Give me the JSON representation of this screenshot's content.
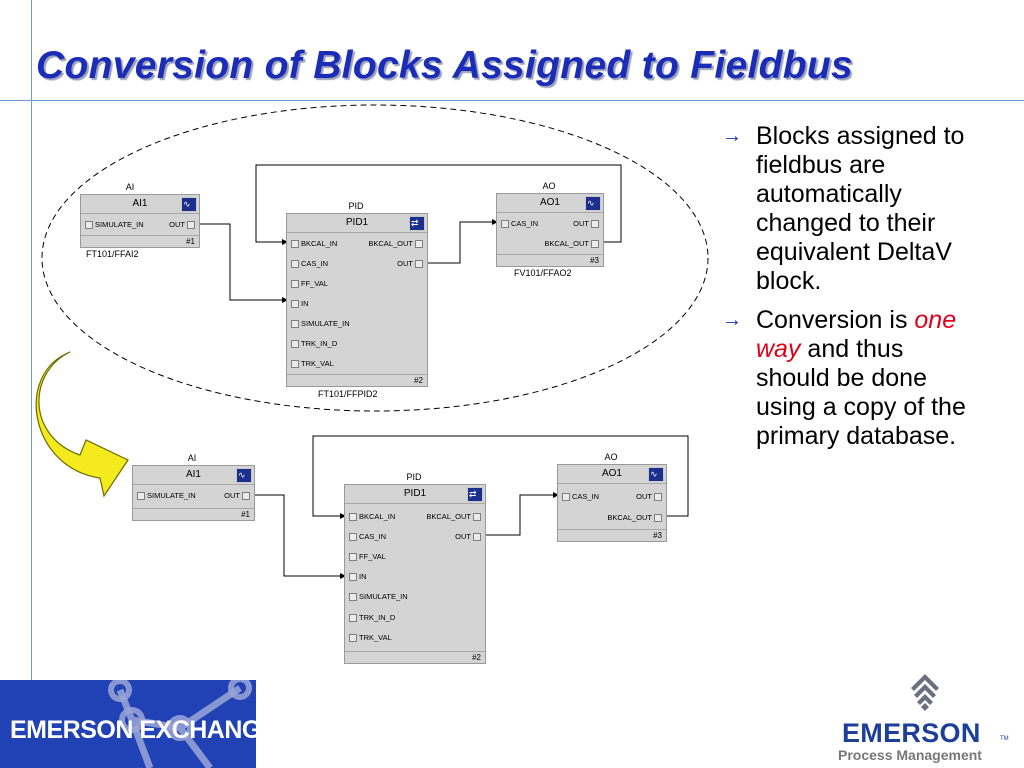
{
  "slide": {
    "title": "Conversion of Blocks Assigned to  Fieldbus"
  },
  "diagram_top": {
    "ai": {
      "type": "AI",
      "name": "AI1",
      "ports": [
        "SIMULATE_IN",
        "OUT"
      ],
      "num": "#1",
      "tag": "FT101/FFAI2"
    },
    "pid": {
      "type": "PID",
      "name": "PID1",
      "inputs": [
        "BKCAL_IN",
        "CAS_IN",
        "FF_VAL",
        "IN",
        "SIMULATE_IN",
        "TRK_IN_D",
        "TRK_VAL"
      ],
      "outputs": [
        "BKCAL_OUT",
        "OUT"
      ],
      "num": "#2",
      "tag": "FT101/FFPID2"
    },
    "ao": {
      "type": "AO",
      "name": "AO1",
      "ports": [
        "CAS_IN",
        "OUT",
        "BKCAL_OUT"
      ],
      "num": "#3",
      "tag": "FV101/FFAO2"
    }
  },
  "diagram_bottom": {
    "ai": {
      "type": "AI",
      "name": "AI1",
      "ports": [
        "SIMULATE_IN",
        "OUT"
      ],
      "num": "#1"
    },
    "pid": {
      "type": "PID",
      "name": "PID1",
      "inputs": [
        "BKCAL_IN",
        "CAS_IN",
        "FF_VAL",
        "IN",
        "SIMULATE_IN",
        "TRK_IN_D",
        "TRK_VAL"
      ],
      "outputs": [
        "BKCAL_OUT",
        "OUT"
      ],
      "num": "#2"
    },
    "ao": {
      "type": "AO",
      "name": "AO1",
      "ports": [
        "CAS_IN",
        "OUT",
        "BKCAL_OUT"
      ],
      "num": "#3"
    }
  },
  "bullets": [
    {
      "text": "Blocks assigned to fieldbus are automatically changed to their equivalent DeltaV block."
    },
    {
      "before": "Conversion is ",
      "emphasis": "one way",
      "after": " and thus should be done using a copy of the primary database."
    }
  ],
  "bullet_icon": "right-arrow-icon",
  "logos": {
    "exchange": "EMERSON EXCHANGE",
    "emerson": "EMERSON",
    "emerson_tm": "TM",
    "emerson_sub": "Process Management"
  },
  "colors": {
    "title": "#1a2cb8",
    "emphasis": "#e0001a",
    "exchange_bg": "#2142b5",
    "arrow_fill": "#f4ea1e"
  }
}
